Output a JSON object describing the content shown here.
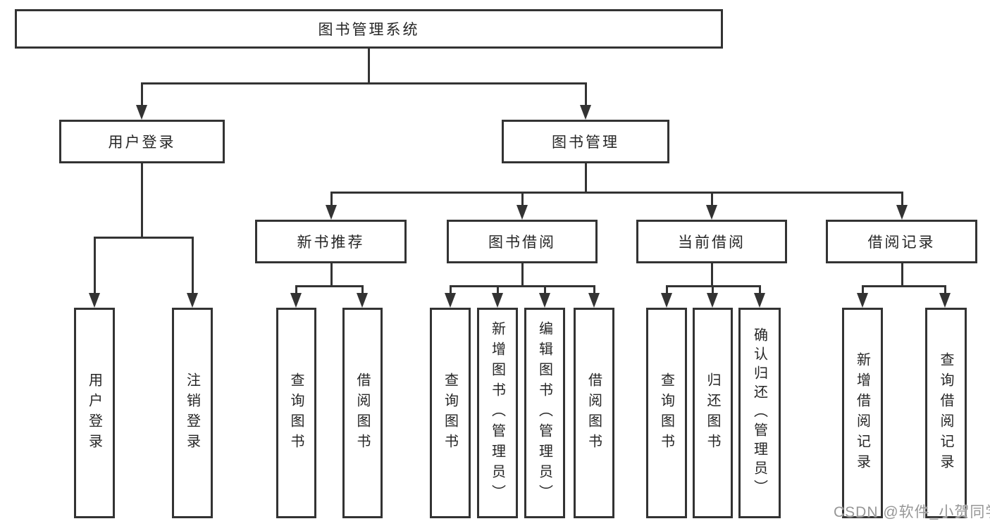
{
  "diagram": {
    "root": {
      "label": "图书管理系统"
    },
    "level2": [
      {
        "label": "用户登录"
      },
      {
        "label": "图书管理"
      }
    ],
    "user_login_children": [
      {
        "label": "用户登录"
      },
      {
        "label": "注销登录"
      }
    ],
    "book_mgmt_children": [
      {
        "label": "新书推荐"
      },
      {
        "label": "图书借阅"
      },
      {
        "label": "当前借阅"
      },
      {
        "label": "借阅记录"
      }
    ],
    "new_book_children": [
      {
        "label": "查询图书"
      },
      {
        "label": "借阅图书"
      }
    ],
    "borrow_children": [
      {
        "label": "查询图书"
      },
      {
        "label": "新增图书（管理员）"
      },
      {
        "label": "编辑图书（管理员）"
      },
      {
        "label": "借阅图书"
      }
    ],
    "current_children": [
      {
        "label": "查询图书"
      },
      {
        "label": "归还图书"
      },
      {
        "label": "确认归还（管理员）"
      }
    ],
    "record_children": [
      {
        "label": "新增借阅记录"
      },
      {
        "label": "查询借阅记录"
      }
    ]
  },
  "colors": {
    "line": "#333333",
    "text": "#262626",
    "background": "#ffffff",
    "watermark": "#979797"
  },
  "watermark": {
    "text": "CSDN @软件_小贺同学"
  }
}
